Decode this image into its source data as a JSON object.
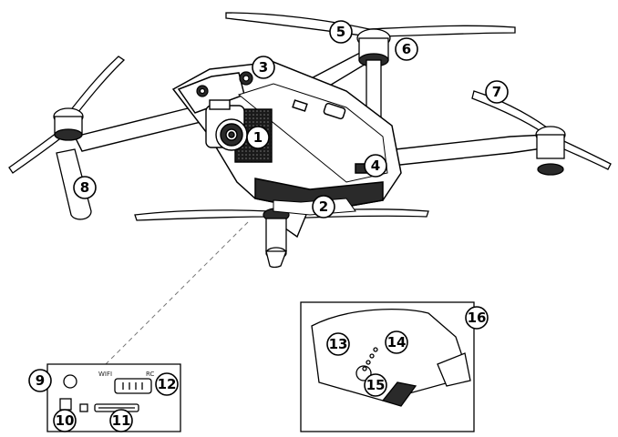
{
  "diagram": {
    "callouts": [
      {
        "id": "1",
        "label": "1"
      },
      {
        "id": "2",
        "label": "2"
      },
      {
        "id": "3",
        "label": "3"
      },
      {
        "id": "4",
        "label": "4"
      },
      {
        "id": "5",
        "label": "5"
      },
      {
        "id": "6",
        "label": "6"
      },
      {
        "id": "7",
        "label": "7"
      },
      {
        "id": "8",
        "label": "8"
      },
      {
        "id": "9",
        "label": "9"
      },
      {
        "id": "10",
        "label": "10"
      },
      {
        "id": "11",
        "label": "11"
      },
      {
        "id": "12",
        "label": "12"
      },
      {
        "id": "13",
        "label": "13"
      },
      {
        "id": "14",
        "label": "14"
      },
      {
        "id": "15",
        "label": "15"
      },
      {
        "id": "16",
        "label": "16"
      }
    ],
    "port_panel": {
      "wifi_label": "WIFI",
      "rc_label": "RC"
    },
    "colors": {
      "stroke": "#000000",
      "fill": "#ffffff",
      "dark_fill": "#2a2a2a"
    }
  }
}
